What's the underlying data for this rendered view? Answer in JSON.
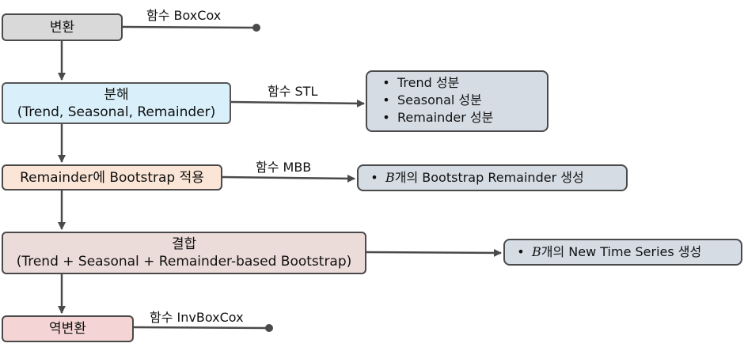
{
  "colors": {
    "transform_fill": "#d9d9d9",
    "decompose_fill": "#d9f0fb",
    "bootstrap_fill": "#fbe5d6",
    "combine_fill": "#ebdbd9",
    "inverse_fill": "#f4d4d4",
    "list_fill": "#d6dce4",
    "stroke": "#4a4a4a"
  },
  "nodes": {
    "transform": "변환",
    "decompose_line1": "분해",
    "decompose_line2": "(Trend, Seasonal, Remainder)",
    "bootstrap": "Remainder에 Bootstrap 적용",
    "combine_line1": "결합",
    "combine_line2": "(Trend + Seasonal + Remainder-based Bootstrap)",
    "inverse": "역변환"
  },
  "edge_labels": {
    "boxcox": "함수 BoxCox",
    "stl": "함수 STL",
    "mbb": "함수 MBB",
    "invboxcox": "함수 InvBoxCox"
  },
  "outputs": {
    "stl_components": [
      "Trend 성분",
      "Seasonal 성분",
      "Remainder 성분"
    ],
    "bullet": "•",
    "b_symbol": "B",
    "mbb_output_rest": "개의 Bootstrap Remainder 생성",
    "combine_output_rest": "개의 New Time Series 생성"
  }
}
